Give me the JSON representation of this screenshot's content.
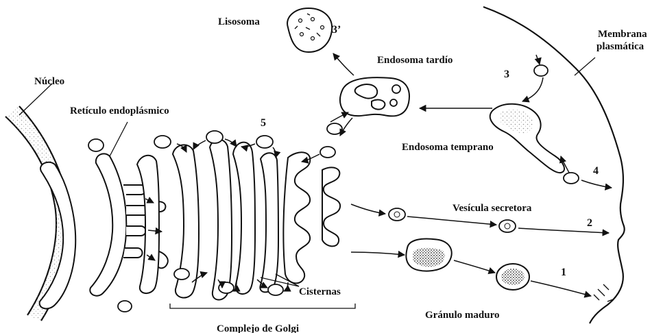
{
  "labels": {
    "lysosome": "Lisosoma",
    "late_endosome": "Endosoma tardío",
    "plasma_membrane_line1": "Membrana",
    "plasma_membrane_line2": "plasmática",
    "nucleus": "Núcleo",
    "er": "Retículo endoplásmico",
    "early_endosome": "Endosoma temprano",
    "secretory_vesicle": "Vesícula secretora",
    "cisternae": "Cisternas",
    "mature_granule": "Gránulo maduro",
    "golgi": "Complejo de Golgi"
  },
  "numbers": {
    "n3prime": "3’",
    "n3": "3",
    "n5": "5",
    "n4": "4",
    "n2": "2",
    "n1": "1"
  }
}
